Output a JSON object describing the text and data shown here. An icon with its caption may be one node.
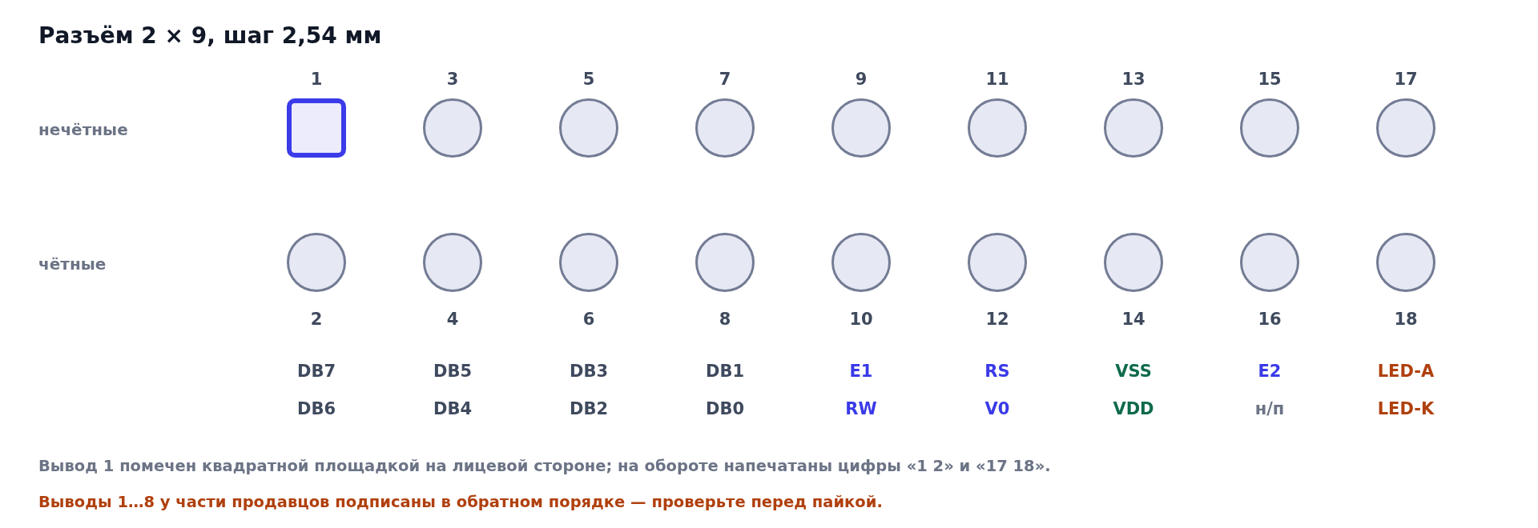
{
  "diagram": {
    "title": "Разъём 2 × 9, шаг 2,54 мм",
    "nodes": [
      {
        "text": [],
        "shape": "box",
        "beside": [
          "1"
        ]
      },
      {
        "text": [],
        "shape": "circle",
        "beside": [
          "3"
        ]
      },
      {
        "text": [],
        "shape": "circle",
        "beside": [
          "5"
        ]
      },
      {
        "text": [],
        "shape": "circle",
        "beside": [
          "7"
        ]
      },
      {
        "text": [],
        "shape": "circle",
        "beside": [
          "9"
        ]
      },
      {
        "text": [],
        "shape": "circle",
        "beside": [
          "11"
        ]
      },
      {
        "text": [],
        "shape": "circle",
        "beside": [
          "13"
        ]
      },
      {
        "text": [],
        "shape": "circle",
        "beside": [
          "15"
        ]
      },
      {
        "text": [],
        "shape": "circle",
        "beside": [
          "17"
        ]
      },
      {
        "text": [],
        "shape": "circle",
        "beside": [
          "2"
        ]
      },
      {
        "text": [],
        "shape": "circle",
        "beside": [
          "4"
        ]
      },
      {
        "text": [],
        "shape": "circle",
        "beside": [
          "6"
        ]
      },
      {
        "text": [],
        "shape": "circle",
        "beside": [
          "8"
        ]
      },
      {
        "text": [],
        "shape": "circle",
        "beside": [
          "10"
        ]
      },
      {
        "text": [],
        "shape": "circle",
        "beside": [
          "12"
        ]
      },
      {
        "text": [],
        "shape": "circle",
        "beside": [
          "14"
        ]
      },
      {
        "text": [],
        "shape": "circle",
        "beside": [
          "16"
        ]
      },
      {
        "text": [],
        "shape": "circle",
        "beside": [
          "18"
        ]
      }
    ],
    "labels": [
      "нечётные",
      "чётные",
      "DB7",
      "DB5",
      "DB3",
      "DB1",
      "E1",
      "RS",
      "VSS",
      "E2",
      "LED-A",
      "DB6",
      "DB4",
      "DB2",
      "DB0",
      "RW",
      "V0",
      "VDD",
      "н/п",
      "LED-K",
      "Вывод 1 помечен квадратной площадкой на лицевой стороне; на обороте напечатаны цифры «1 2» и «17 18».",
      "Выводы 1…8 у части продавцов подписаны в обратном порядке — проверьте перед пайкой."
    ]
  }
}
